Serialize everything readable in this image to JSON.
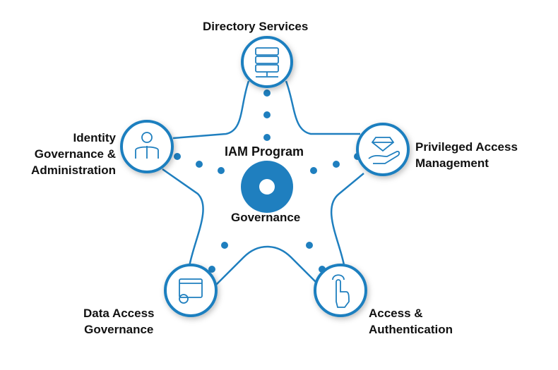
{
  "title": "IAM Program",
  "center_label": "Governance",
  "nodes": [
    {
      "label": "Directory Services",
      "icon": "server-icon"
    },
    {
      "label": "Privileged Access Management",
      "line1": "Privileged Access",
      "line2": "Management",
      "icon": "diamond-hand-icon"
    },
    {
      "label": "Access & Authentication",
      "line1": "Access &",
      "line2": "Authentication",
      "icon": "finger-touch-icon"
    },
    {
      "label": "Data Access Governance",
      "line1": "Data Access",
      "line2": "Governance",
      "icon": "folders-gear-icon"
    },
    {
      "label": "Identity Governance & Administration",
      "line1": "Identity",
      "line2": "Governance &",
      "line3": "Administration",
      "icon": "person-icon"
    }
  ],
  "colors": {
    "accent": "#1f7fbf",
    "text": "#111111"
  }
}
